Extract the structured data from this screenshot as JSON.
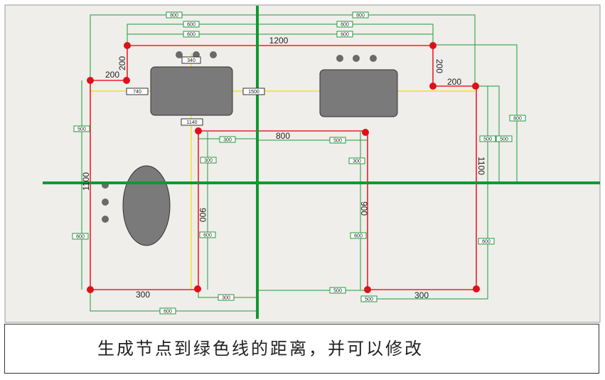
{
  "canvas": {
    "background": "#efeeea",
    "colors": {
      "axis": "#0d9a30",
      "cabinet_outline": "#e8202a",
      "dim_line": "#1f9a3a",
      "node": "#e0101a",
      "guide": "#f0e000",
      "fixture": "#7a7a7a",
      "fixture_hole": "#6a6a6a"
    }
  },
  "dimensions": {
    "top_800_left": "800",
    "top_600_left": "600",
    "top_600b_left": "600",
    "top_800_right": "800",
    "top_600_right": "600",
    "top_600b_right": "600",
    "span_1200": "1200",
    "left_200_horiz": "200",
    "left_200_vert": "200",
    "right_200_vert": "200",
    "right_200_horiz": "200",
    "sink_340": "340",
    "sink_740": "740",
    "sink_1500": "1500",
    "sink_1140": "1140",
    "inner_800": "800",
    "inner_300_left": "300",
    "inner_500_right": "500",
    "inner_300_vl": "300",
    "inner_300_vr": "300",
    "left_500": "500",
    "right_800": "800",
    "right_500a": "500",
    "right_500b": "500",
    "left_1100": "1100",
    "right_1100": "1100",
    "inner_900_left": "900",
    "inner_900_right": "900",
    "left_600": "600",
    "inner_600_left": "600",
    "inner_600_right": "600",
    "right_600": "600",
    "bottom_300_left": "300",
    "bottom_300_right": "300",
    "bottom_300_small": "300",
    "bottom_500_mid": "500",
    "bottom_500_right": "500",
    "bottom_600": "600"
  },
  "caption": "生成节点到绿色线的距离，并可以修改"
}
